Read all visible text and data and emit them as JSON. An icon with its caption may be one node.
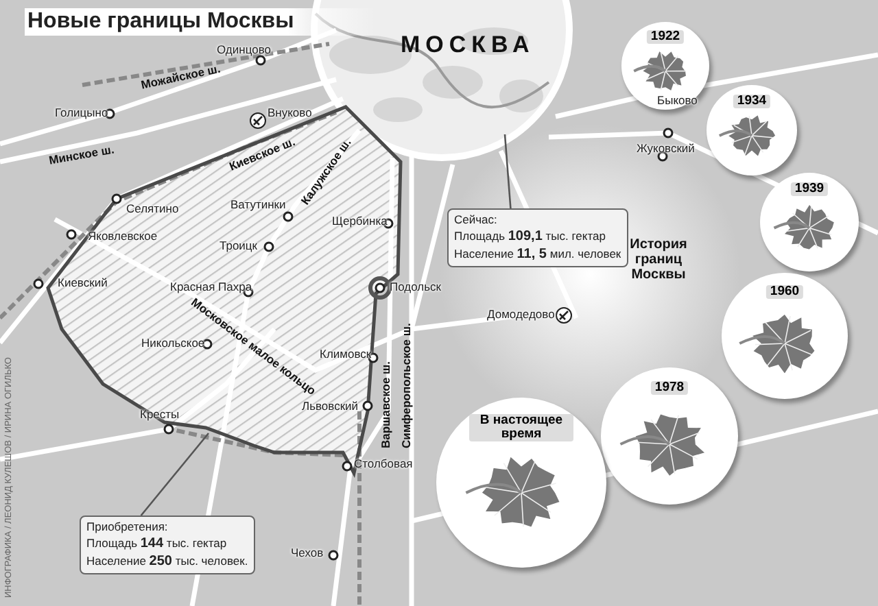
{
  "diagram": {
    "title": "Новые границы Москвы",
    "nodes": [
      {
        "text": [
          "1922"
        ]
      },
      {
        "text": [
          "1934"
        ]
      },
      {
        "text": [
          "Сейчас:",
          "Площадь **109,1** тыс. гектар",
          "Население **11, 5** мил. человек"
        ]
      },
      {
        "text": [
          "1939"
        ]
      },
      {
        "text": [
          "1960"
        ]
      },
      {
        "text": [
          "1978"
        ]
      },
      {
        "text": [
          "В настоящее время"
        ]
      },
      {
        "text": [
          "Приобретения:",
          "Площадь **144** тыс. гектар",
          "Население **250** тыс. человек."
        ]
      }
    ],
    "edges": [
      {
        "from": 2,
        "to": null,
        "arrow": "none"
      },
      {
        "from": 7,
        "to": null,
        "arrow": "none"
      }
    ],
    "labels": [
      "МОСКВА",
      "Одинцово",
      "Можайское ш.",
      "Голицыно",
      "Внуково",
      "Минское ш.",
      "Киевское ш.",
      "Калужское ш.",
      "Быково",
      "Жуковский",
      "Селятино",
      "Ватутинки",
      "Щербинка",
      "Яковлевское",
      "Троицк",
      "Киевский",
      "Красная Пахра",
      "Подольск",
      "История границ Москвы",
      "Московское малое кольцо",
      "Домодедово",
      "Никольское",
      "Климовск",
      "Варшавское ш.",
      "Симферопольское ш.",
      "Львовский",
      "Кресты",
      "Столбовая",
      "Чехов",
      "ИНФОГРАФИКА / ЛЕОНИД КУЛЕШОВ / ИРИНА ОГИЛЬКО"
    ]
  }
}
